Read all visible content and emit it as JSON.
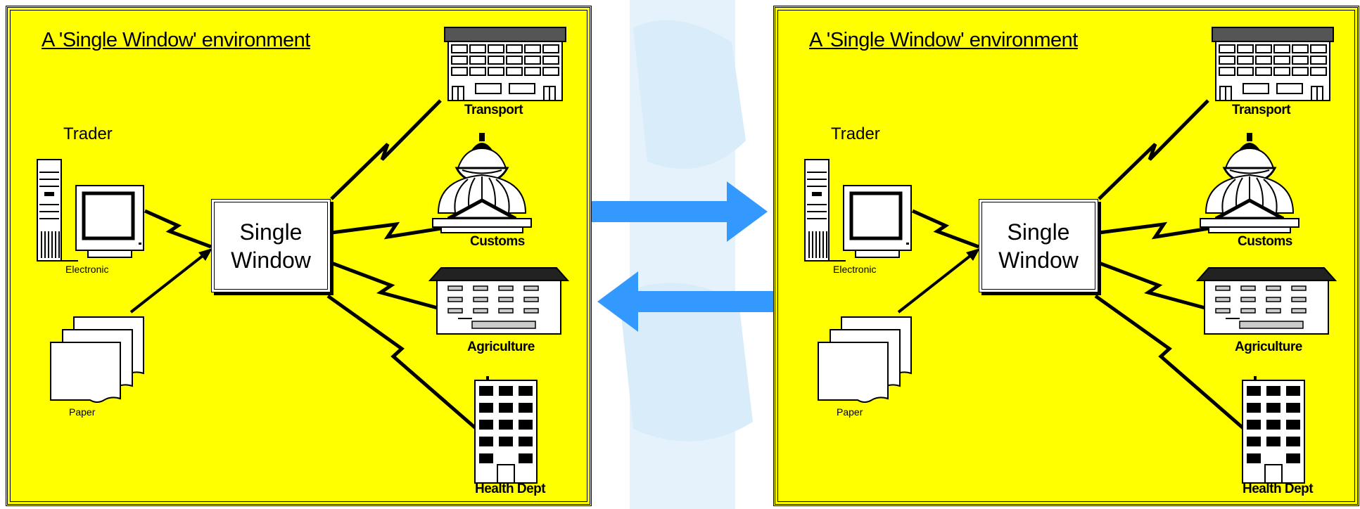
{
  "panels": [
    {
      "title": "A 'Single Window' environment",
      "trader_label": "Trader",
      "electronic_label": "Electronic",
      "paper_label": "Paper",
      "hub_line1": "Single",
      "hub_line2": "Window",
      "agencies": {
        "transport": "Transport",
        "customs": "Customs",
        "agriculture": "Agriculture",
        "health": "Health Dept"
      }
    },
    {
      "title": "A 'Single Window' environment",
      "trader_label": "Trader",
      "electronic_label": "Electronic",
      "paper_label": "Paper",
      "hub_line1": "Single",
      "hub_line2": "Window",
      "agencies": {
        "transport": "Transport",
        "customs": "Customs",
        "agriculture": "Agriculture",
        "health": "Health Dept"
      }
    }
  ],
  "colors": {
    "panel_background": "#ffff00",
    "arrow": "#3399ff",
    "watermark": "#d9ecfa"
  }
}
